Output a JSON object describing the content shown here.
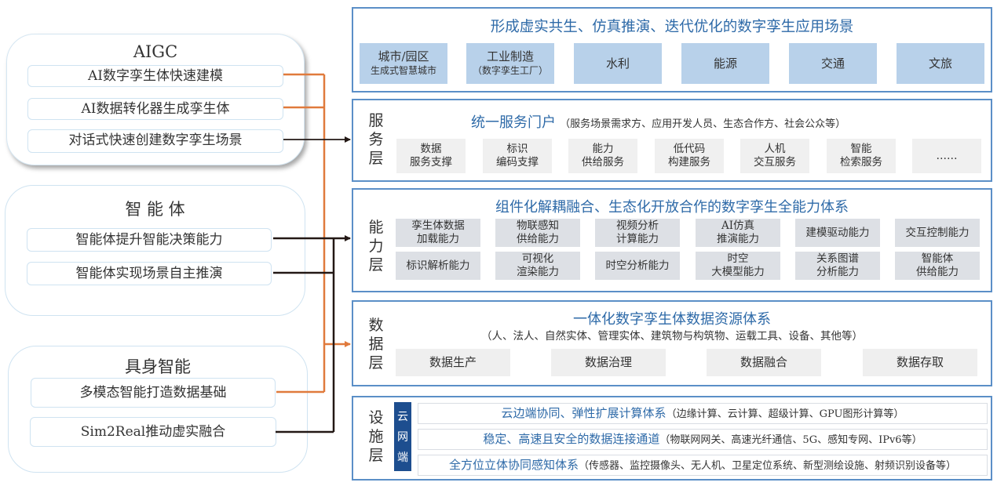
{
  "left_groups": [
    {
      "title": "AIGC",
      "items": [
        "AI数字孪生体快速建模",
        "AI数据转化器生成孪生体",
        "对话式快速创建数字孪生场景"
      ]
    },
    {
      "title": "智 能 体",
      "items": [
        "智能体提升智能决策能力",
        "智能体实现场景自主推演"
      ]
    },
    {
      "title": "具身智能",
      "items": [
        "多模态智能打造数据基础",
        "Sim2Real推动虚实融合"
      ]
    }
  ],
  "application_layer": {
    "title": "形成虚实共生、仿真推演、迭代优化的数字孪生应用场景",
    "scenes": [
      {
        "label": "城市/园区",
        "sub": "生成式智慧城市"
      },
      {
        "label": "工业制造",
        "sub": "（数字孪生工厂）"
      },
      {
        "label": "水利",
        "sub": ""
      },
      {
        "label": "能源",
        "sub": ""
      },
      {
        "label": "交通",
        "sub": ""
      },
      {
        "label": "文旅",
        "sub": ""
      }
    ]
  },
  "service_layer": {
    "label": [
      "服",
      "务",
      "层"
    ],
    "title": "统一服务门户",
    "note": "（服务场景需求方、应用开发人员、生态合作方、社会公众等）",
    "items": [
      [
        "数据",
        "服务支撑"
      ],
      [
        "标识",
        "编码支撑"
      ],
      [
        "能力",
        "供给服务"
      ],
      [
        "低代码",
        "构建服务"
      ],
      [
        "人机",
        "交互服务"
      ],
      [
        "智能",
        "检索服务"
      ],
      [
        "……"
      ]
    ]
  },
  "capability_layer": {
    "label": [
      "能",
      "力",
      "层"
    ],
    "title": "组件化解耦融合、生态化开放合作的数字孪生全能力体系",
    "rows": [
      [
        [
          "孪生体数据",
          "加载能力"
        ],
        [
          "物联感知",
          "供给能力"
        ],
        [
          "视频分析",
          "计算能力"
        ],
        [
          "AI仿真",
          "推演能力"
        ],
        [
          "建模驱动能力"
        ],
        [
          "交互控制能力"
        ]
      ],
      [
        [
          "标识解析能力"
        ],
        [
          "可视化",
          "渲染能力"
        ],
        [
          "时空分析能力"
        ],
        [
          "时空",
          "大模型能力"
        ],
        [
          "关系图谱",
          "分析能力"
        ],
        [
          "智能体",
          "供给能力"
        ]
      ]
    ]
  },
  "data_layer": {
    "label": [
      "数",
      "据",
      "层"
    ],
    "title": "一体化数字孪生体数据资源体系",
    "note": "（人、法人、自然实体、管理实体、建筑物与构筑物、运载工具、设备、其他等）",
    "items": [
      "数据生产",
      "数据治理",
      "数据融合",
      "数据存取"
    ]
  },
  "infra_layer": {
    "label": [
      "设",
      "施",
      "层"
    ],
    "cloud_label": [
      "云",
      "网",
      "端"
    ],
    "rows": [
      {
        "title": "云边端协同、弹性扩展计算体系",
        "note": "（边缘计算、云计算、超级计算、GPU图形计算等）"
      },
      {
        "title": "稳定、高速且安全的数据连接通道",
        "note": "（物联网网关、高速光纤通信、5G、感知专网、IPv6等）"
      },
      {
        "title": "全方位立体协同感知体系",
        "note": "（传感器、监控摄像头、无人机、卫星定位系统、新型测绘设施、射频识别设备等）"
      }
    ]
  },
  "colors": {
    "orange_connector": "#e07a3c",
    "black_connector": "#231815",
    "layer_border": "#5b8fc7",
    "title_blue": "#2e6aa8",
    "scene_fill": "#b8d1ea",
    "cloud_bar": "#1d4e8f"
  }
}
